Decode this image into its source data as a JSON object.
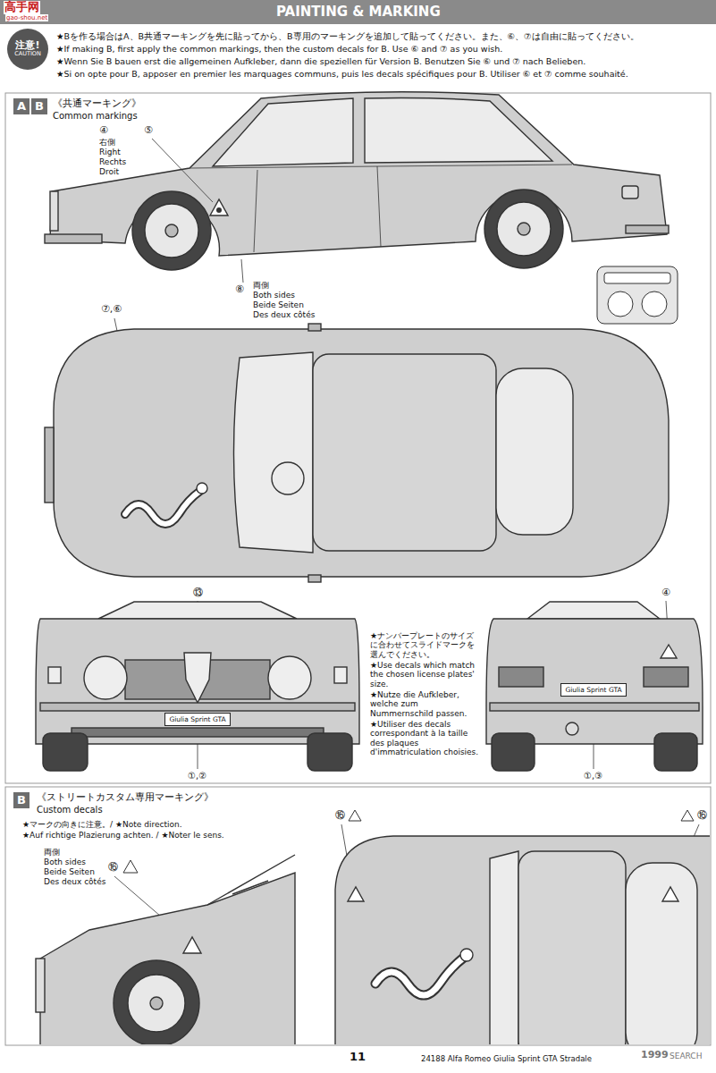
{
  "diagram": {
    "title": "PAINTING & MARKING",
    "nodes": [
      {
        "text": [
          "注意!",
          "CAUTION"
        ]
      },
      {
        "text": [
          "A"
        ]
      },
      {
        "text": [
          "B"
        ]
      },
      {
        "text": [
          "Giulia Sprint GTA"
        ]
      },
      {
        "text": [
          "Giulia Sprint GTA"
        ]
      },
      {
        "text": [
          "B"
        ]
      }
    ],
    "labels": [
      "★Bを作る場合はA、B共通マーキングを先に貼ってから、B専用のマーキングを追加して貼ってください。また、⑥、⑦は自由に貼ってください。",
      "★If making B, first apply the common markings, then the custom decals for B. Use ⑥ and ⑦ as you wish.",
      "★Wenn Sie B bauen erst die allgemeinen Aufkleber, dann die speziellen für Version B. Benutzen Sie ⑥ und ⑦ nach Belieben.",
      "★Si on opte pour B, apposer en premier les marquages communs, puis les decals spécifiques pour B. Utiliser ⑥ et ⑦ comme souhaité.",
      "《共通マーキング》",
      "Common markings",
      "④",
      "右側",
      "Right",
      "Rechts",
      "Droit",
      "⑤",
      "⑧",
      "両側",
      "Both sides",
      "Beide Seiten",
      "Des deux côtés",
      "⑦,⑥",
      "⑬",
      "④",
      "①,②",
      "①,③",
      "★ナンバープレートのサイズに合わせてスライドマークを選んでください。",
      "★Use decals which match the chosen license plates' size.",
      "★Nutze die Aufkleber, welche zum Nummernschild passen.",
      "★Utiliser des decals correspondant à la taille des plaques d'immatriculation choisies.",
      "《ストリートカスタム専用マーキング》",
      "Custom decals",
      "★マークの向きに注意。/ ★Note direction.",
      "★Auf richtige Plazierung achten. / ★Noter le sens.",
      "両側",
      "Both sides",
      "Beide Seiten",
      "Des deux côtés",
      "⑯",
      "⑯",
      "⑯",
      "11",
      "24188 Alfa Romeo Giulia Sprint GTA Stradale",
      "1999",
      "SEARCH",
      "高手网",
      "gao-shou.net"
    ]
  }
}
